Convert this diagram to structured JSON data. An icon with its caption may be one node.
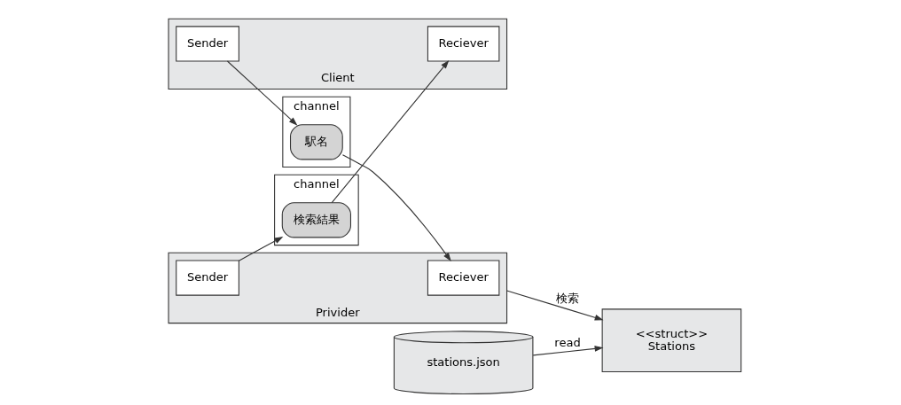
{
  "diagram": {
    "nodes": [
      {
        "text": [
          "Client"
        ]
      },
      {
        "text": [
          "Sender"
        ],
        "in": 0
      },
      {
        "text": [
          "Reciever"
        ],
        "in": 0
      },
      {
        "text": [
          "channel"
        ]
      },
      {
        "text": [
          "駅名"
        ],
        "in": 3
      },
      {
        "text": [
          "channel"
        ]
      },
      {
        "text": [
          "検索結果"
        ],
        "in": 5
      },
      {
        "text": [
          "Privider"
        ]
      },
      {
        "text": [
          "Reciever"
        ],
        "in": 7
      },
      {
        "text": [
          "Sender"
        ],
        "in": 7
      },
      {
        "text": [
          "<<struct>>",
          "Stations"
        ]
      },
      {
        "text": [
          "stations.json"
        ]
      }
    ],
    "edges": [
      {
        "from": 1,
        "to": 4,
        "arrow": "to"
      },
      {
        "from": 4,
        "to": 8,
        "arrow": "to"
      },
      {
        "from": 9,
        "to": 6,
        "arrow": "to"
      },
      {
        "from": 6,
        "to": 2,
        "arrow": "to"
      },
      {
        "from": 7,
        "to": 10,
        "arrow": "to",
        "label": "検索"
      },
      {
        "from": 11,
        "to": 10,
        "arrow": "to",
        "label": "read"
      }
    ]
  }
}
